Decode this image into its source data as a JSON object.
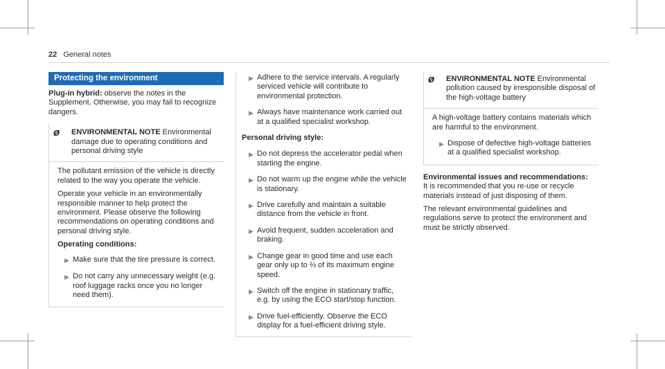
{
  "header": {
    "page_number": "22",
    "title": "General notes"
  },
  "left": {
    "section_title": "Protecting the environment",
    "plugin_label": "Plug-in hybrid:",
    "plugin_text": " observe the notes in the Supplement. Otherwise, you may fail to recognize dangers.",
    "env_note": {
      "label": "ENVIRONMENTAL NOTE",
      "text": " Environmental damage due to operating conditions and personal driving style"
    },
    "para1": "The pollutant emission of the vehicle is directly related to the way you operate the vehicle.",
    "para2": "Operate your vehicle in an environmentally responsible manner to help protect the environment. Please observe the following recommendations on operating conditions and personal driving style.",
    "operating_heading": "Operating conditions:",
    "operating_items": [
      "Make sure that the tire pressure is correct.",
      "Do not carry any unnecessary weight (e.g. roof luggage racks once you no longer need them)."
    ]
  },
  "middle": {
    "items_top": [
      "Adhere to the service intervals. A regularly serviced vehicle will contribute to environmental protection.",
      "Always have maintenance work carried out at a qualified specialist workshop."
    ],
    "driving_heading": "Personal driving style:",
    "driving_items": [
      "Do not depress the accelerator pedal when starting the engine.",
      "Do not warm up the engine while the vehicle is stationary.",
      "Drive carefully and maintain a suitable distance from the vehicle in front.",
      "Avoid frequent, sudden acceleration and braking.",
      "Change gear in good time and use each gear only up to ⅔ of its maximum engine speed.",
      "Switch off the engine in stationary traffic, e.g. by using the ECO start/stop function.",
      "Drive fuel-efficiently. Observe the ECO display for a fuel-efficient driving style."
    ]
  },
  "right": {
    "env_note": {
      "label": "ENVIRONMENTAL NOTE",
      "text": " Environmental pollution caused by irresponsible disposal of the high-voltage battery"
    },
    "battery_para": "A high-voltage battery contains materials which are harmful to the environment.",
    "battery_item": "Dispose of defective high-voltage batteries at a qualified specialist workshop.",
    "issues_heading": "Environmental issues and recommendations:",
    "issues_para1": "It is recommended that you re-use or recycle materials instead of just disposing of them.",
    "issues_para2": "The relevant environmental guidelines and regulations serve to protect the environment and must be strictly observed."
  }
}
